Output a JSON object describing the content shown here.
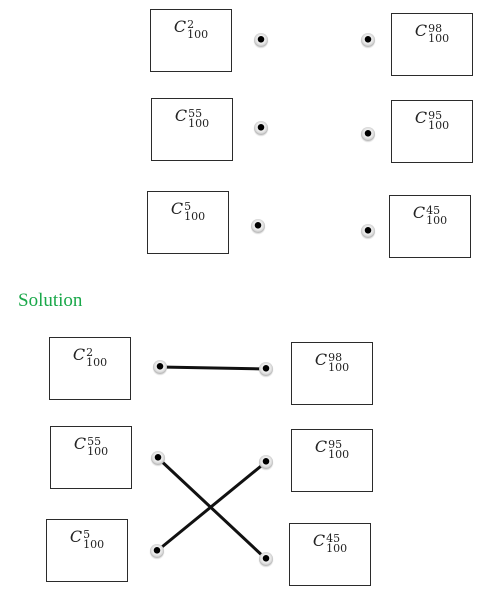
{
  "top": {
    "left_boxes": [
      {
        "base": "C",
        "sup": "2",
        "sub": "100"
      },
      {
        "base": "C",
        "sup": "55",
        "sub": "100"
      },
      {
        "base": "C",
        "sup": "5",
        "sub": "100"
      }
    ],
    "right_boxes": [
      {
        "base": "C",
        "sup": "98",
        "sub": "100"
      },
      {
        "base": "C",
        "sup": "95",
        "sub": "100"
      },
      {
        "base": "C",
        "sup": "45",
        "sub": "100"
      }
    ]
  },
  "solution": {
    "label": "Solution",
    "left_boxes": [
      {
        "base": "C",
        "sup": "2",
        "sub": "100"
      },
      {
        "base": "C",
        "sup": "55",
        "sub": "100"
      },
      {
        "base": "C",
        "sup": "5",
        "sub": "100"
      }
    ],
    "right_boxes": [
      {
        "base": "C",
        "sup": "98",
        "sub": "100"
      },
      {
        "base": "C",
        "sup": "95",
        "sub": "100"
      },
      {
        "base": "C",
        "sup": "45",
        "sub": "100"
      }
    ],
    "connections": [
      {
        "from": "left-1",
        "to": "right-1"
      },
      {
        "from": "left-2",
        "to": "right-3"
      },
      {
        "from": "left-3",
        "to": "right-2"
      }
    ],
    "line_color": "#111111"
  },
  "colors": {
    "solution_label": "#1aa84a",
    "box_border": "#2b2b2b"
  }
}
